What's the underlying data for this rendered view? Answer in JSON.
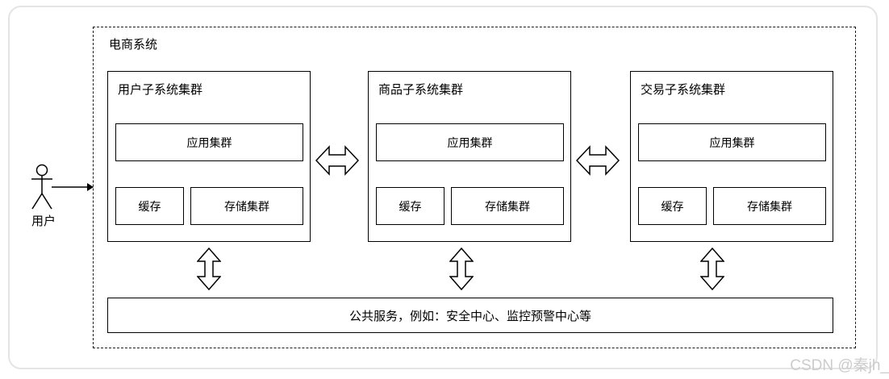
{
  "diagram": {
    "system_label": "电商系统",
    "actor": {
      "label": "用户"
    },
    "clusters": [
      {
        "title": "用户子系统集群",
        "app": "应用集群",
        "cache": "缓存",
        "storage": "存储集群"
      },
      {
        "title": "商品子系统集群",
        "app": "应用集群",
        "cache": "缓存",
        "storage": "存储集群"
      },
      {
        "title": "交易子系统集群",
        "app": "应用集群",
        "cache": "缓存",
        "storage": "存储集群"
      }
    ],
    "shared_services_label": "公共服务，例如：安全中心、监控预警中心等",
    "colors": {
      "line": "#000000",
      "frame_border": "#e4e4e4",
      "watermark": "#cccccc",
      "background": "#ffffff"
    }
  },
  "watermark": "CSDN @秦jh_"
}
